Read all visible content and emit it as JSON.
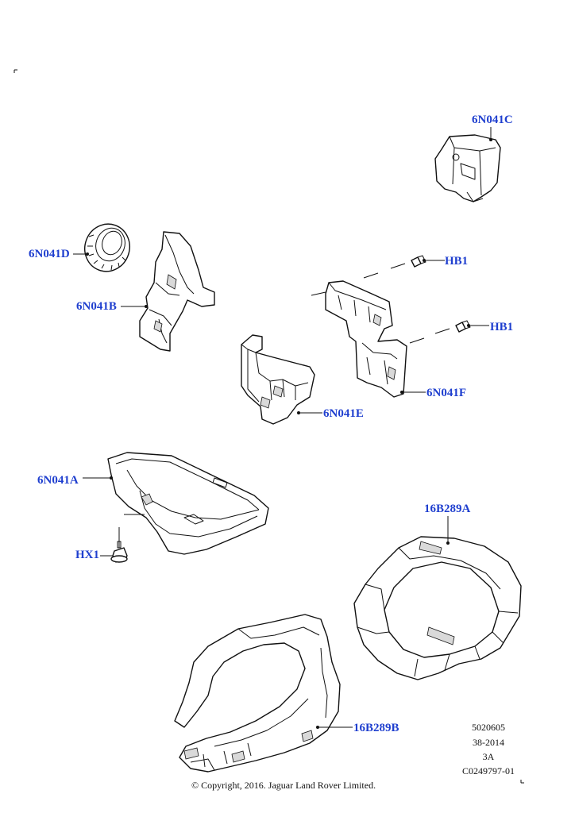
{
  "callouts": {
    "c1": "6N041C",
    "d": "6N041D",
    "b": "6N041B",
    "hb1_top": "HB1",
    "hb1_mid": "HB1",
    "f": "6N041F",
    "e": "6N041E",
    "a": "6N041A",
    "hx1": "HX1",
    "p16a": "16B289A",
    "p16b": "16B289B"
  },
  "metadata": {
    "line1": "5020605",
    "line2": "38-2014",
    "line3": "3A",
    "line4": "C0249797-01"
  },
  "copyright": "© Copyright, 2016. Jaguar Land Rover Limited.",
  "colors": {
    "callout": "#1f3fcf",
    "line": "#111111"
  }
}
